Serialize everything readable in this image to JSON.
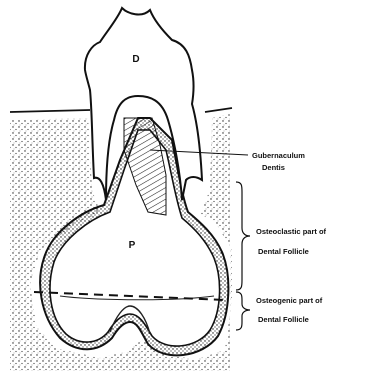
{
  "figure": {
    "crown_letter": "D",
    "follicle_letter": "P",
    "labels": {
      "gubernaculum_line1": "Gubernaculum",
      "gubernaculum_line2": "Dentis",
      "osteoclastic_line1": "Osteoclastic   part   of",
      "osteoclastic_line2": "Dental Follicle",
      "osteogenic_line1": "Osteogenic   part   of",
      "osteogenic_line2": "Dental Follicle"
    }
  }
}
